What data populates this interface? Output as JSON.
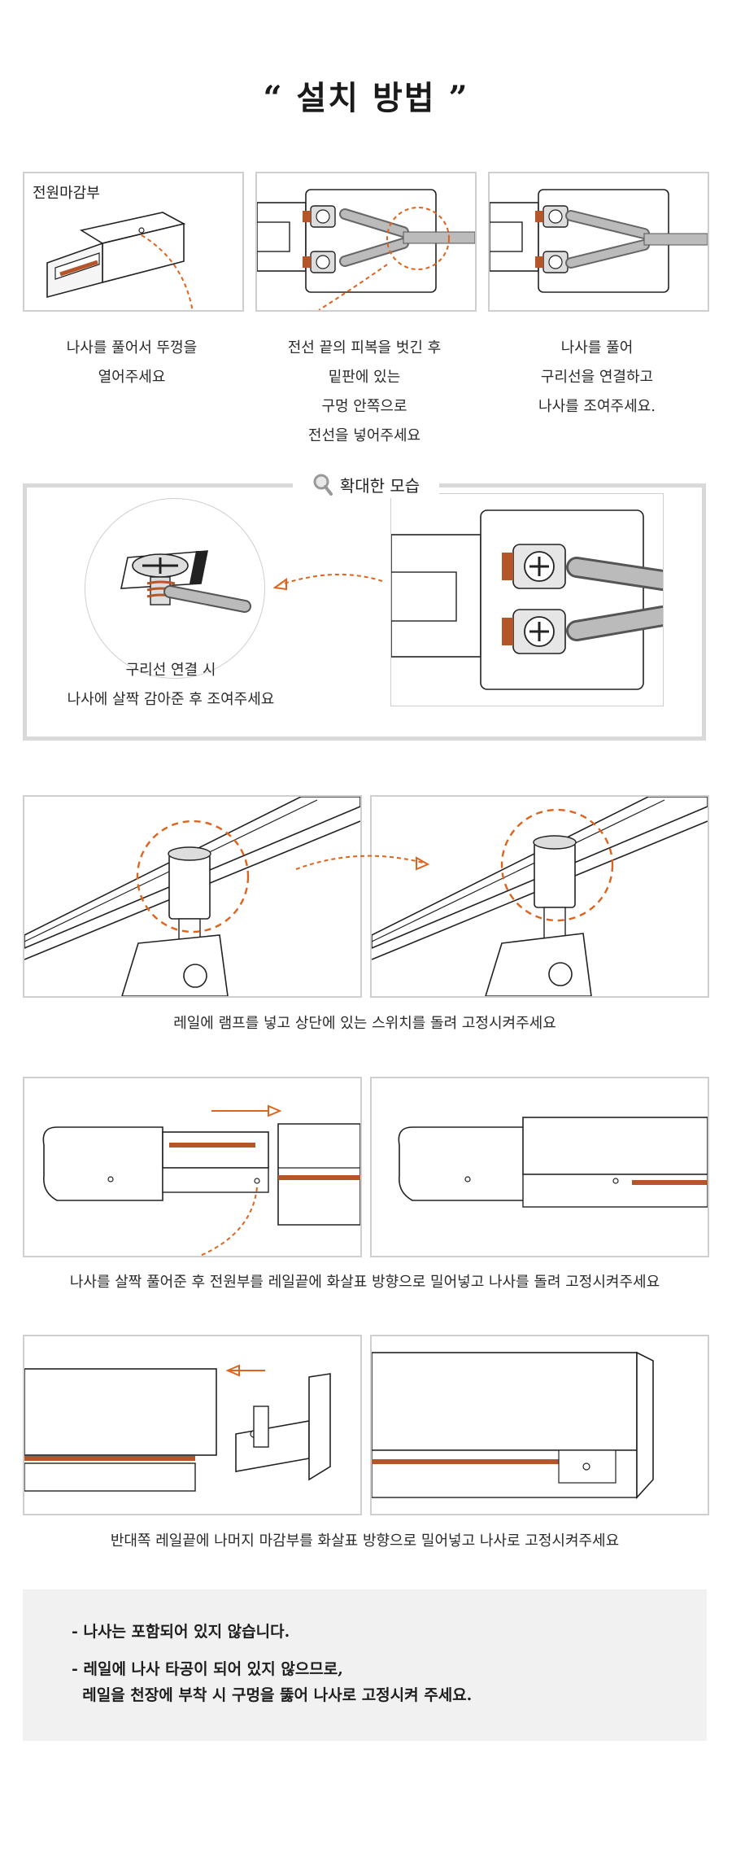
{
  "title": "“ 설치 방법 ”",
  "step1": {
    "panel_label": "전원마감부",
    "captions": [
      [
        "나사를 풀어서 뚜껑을",
        "열어주세요"
      ],
      [
        "전선 끝의 피복을 벗긴 후",
        "밑판에 있는",
        "구멍 안쪽으로",
        "전선을 넣어주세요"
      ],
      [
        "나사를 풀어",
        "구리선을 연결하고",
        "나사를 조여주세요."
      ]
    ]
  },
  "zoom": {
    "heading": "확대한 모습",
    "caption": [
      "구리선 연결 시",
      "나사에 살짝 감아준 후 조여주세요"
    ]
  },
  "step2": {
    "caption": "레일에 램프를 넣고 상단에 있는 스위치를 돌려 고정시켜주세요"
  },
  "step3": {
    "caption": "나사를 살짝 풀어준 후 전원부를 레일끝에 화살표 방향으로 밀어넣고 나사를 돌려 고정시켜주세요"
  },
  "step4": {
    "caption": "반대쪽 레일끝에 나머지 마감부를 화살표 방향으로 밀어넣고 나사로 고정시켜주세요"
  },
  "notes": [
    "- 나사는 포함되어 있지 않습니다.",
    "- 레일에 나사 타공이 되어 있지 않으므로,",
    "  레일을 천장에 부착 시 구멍을 뚫어 나사로 고정시켜 주세요."
  ],
  "colors": {
    "accent": "#e0631c",
    "copper": "#b5562a",
    "border": "#cfcfcf",
    "note_bg": "#f1f1f1"
  }
}
